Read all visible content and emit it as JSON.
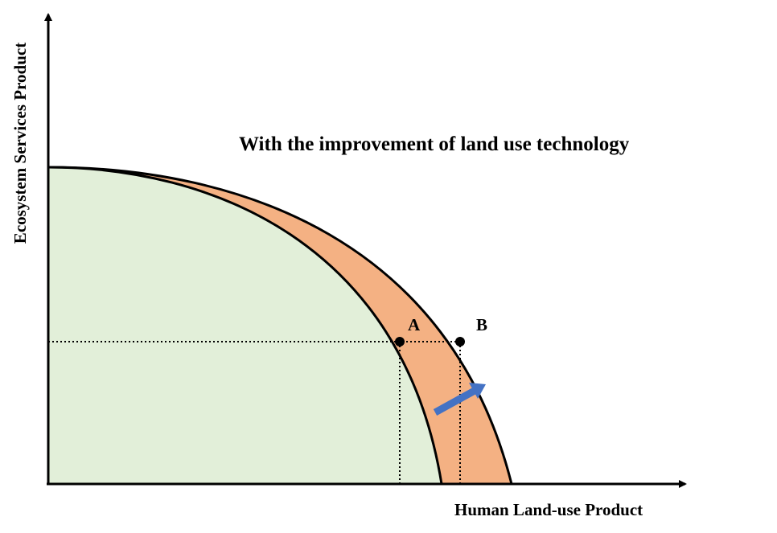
{
  "diagram": {
    "title": "With the improvement of land use technology",
    "x_axis_label": "Human Land-use Product",
    "y_axis_label": "Ecosystem Services Product",
    "point_a_label": "A",
    "point_b_label": "B"
  },
  "colors": {
    "inner_fill": "#e2efd9",
    "outer_band_fill": "#f4b183",
    "curve_stroke": "#000000",
    "arrow": "#4472c4",
    "axis": "#000000"
  }
}
